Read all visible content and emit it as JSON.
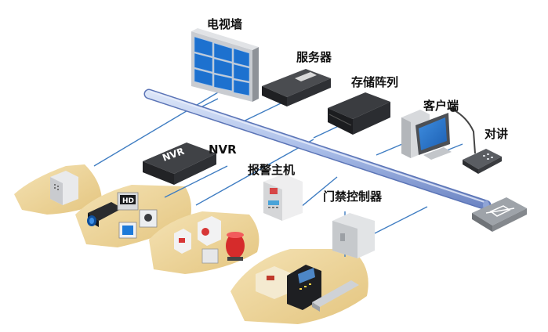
{
  "labels": {
    "tv_wall": "电视墙",
    "server": "服务器",
    "storage_array": "存储阵列",
    "client": "客户端",
    "intercom": "对讲",
    "nvr": "NVR",
    "alarm_host": "报警主机",
    "access_controller": "门禁控制器"
  },
  "device_text": {
    "nvr_face": "NVR",
    "camera_badge": "HD"
  },
  "colors": {
    "platform": "#ecd49b",
    "bus": "#a9bde8",
    "link": "#3f7dc2",
    "device_dark": "#2b2d30"
  }
}
